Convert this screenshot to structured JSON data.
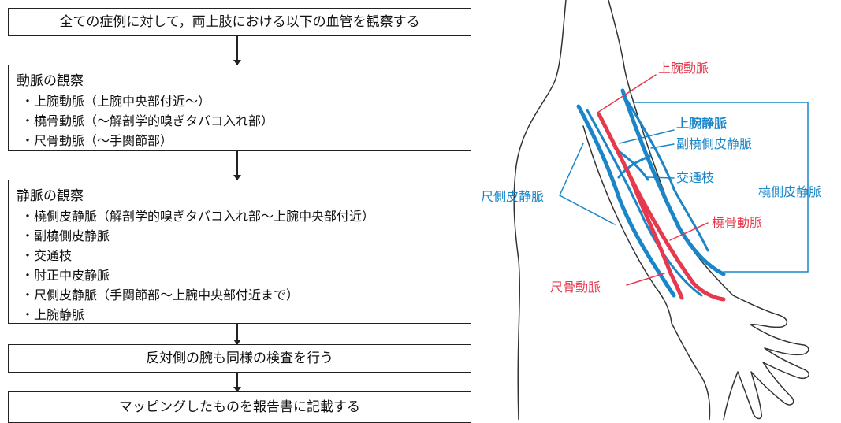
{
  "flowchart": {
    "step1": "全ての症例に対して，両上肢における以下の血管を観察する",
    "artery_section": {
      "title": "動脈の観察",
      "items": [
        "・上腕動脈（上腕中央部付近～）",
        "・橈骨動脈（～解剖学的嗅ぎタバコ入れ部）",
        "・尺骨動脈（～手関節部）"
      ]
    },
    "vein_section": {
      "title": "静脈の観察",
      "items": [
        "・橈側皮静脈（解剖学的嗅ぎタバコ入れ部～上腕中央部付近）",
        "・副橈側皮静脈",
        "・交通枝",
        "・肘正中皮静脈",
        "・尺側皮静脈（手関節部～上腕中央部付近まで）",
        "・上腕静脈"
      ]
    },
    "step4": "反対側の腕も同様の検査を行う",
    "step5": "マッピングしたものを報告書に記載する"
  },
  "arm_diagram": {
    "labels": {
      "brachial_artery": "上腕動脈",
      "brachial_vein": "上腕静脈",
      "accessory_cephalic_vein": "副橈側皮静脈",
      "communicating_branch": "交通枝",
      "cephalic_vein": "橈側皮静脈",
      "basilic_vein": "尺側皮静脈",
      "radial_artery": "橈骨動脈",
      "ulnar_artery": "尺骨動脈"
    },
    "colors": {
      "artery": "#e5394d",
      "vein": "#1a86c8",
      "outline": "#333333"
    }
  }
}
